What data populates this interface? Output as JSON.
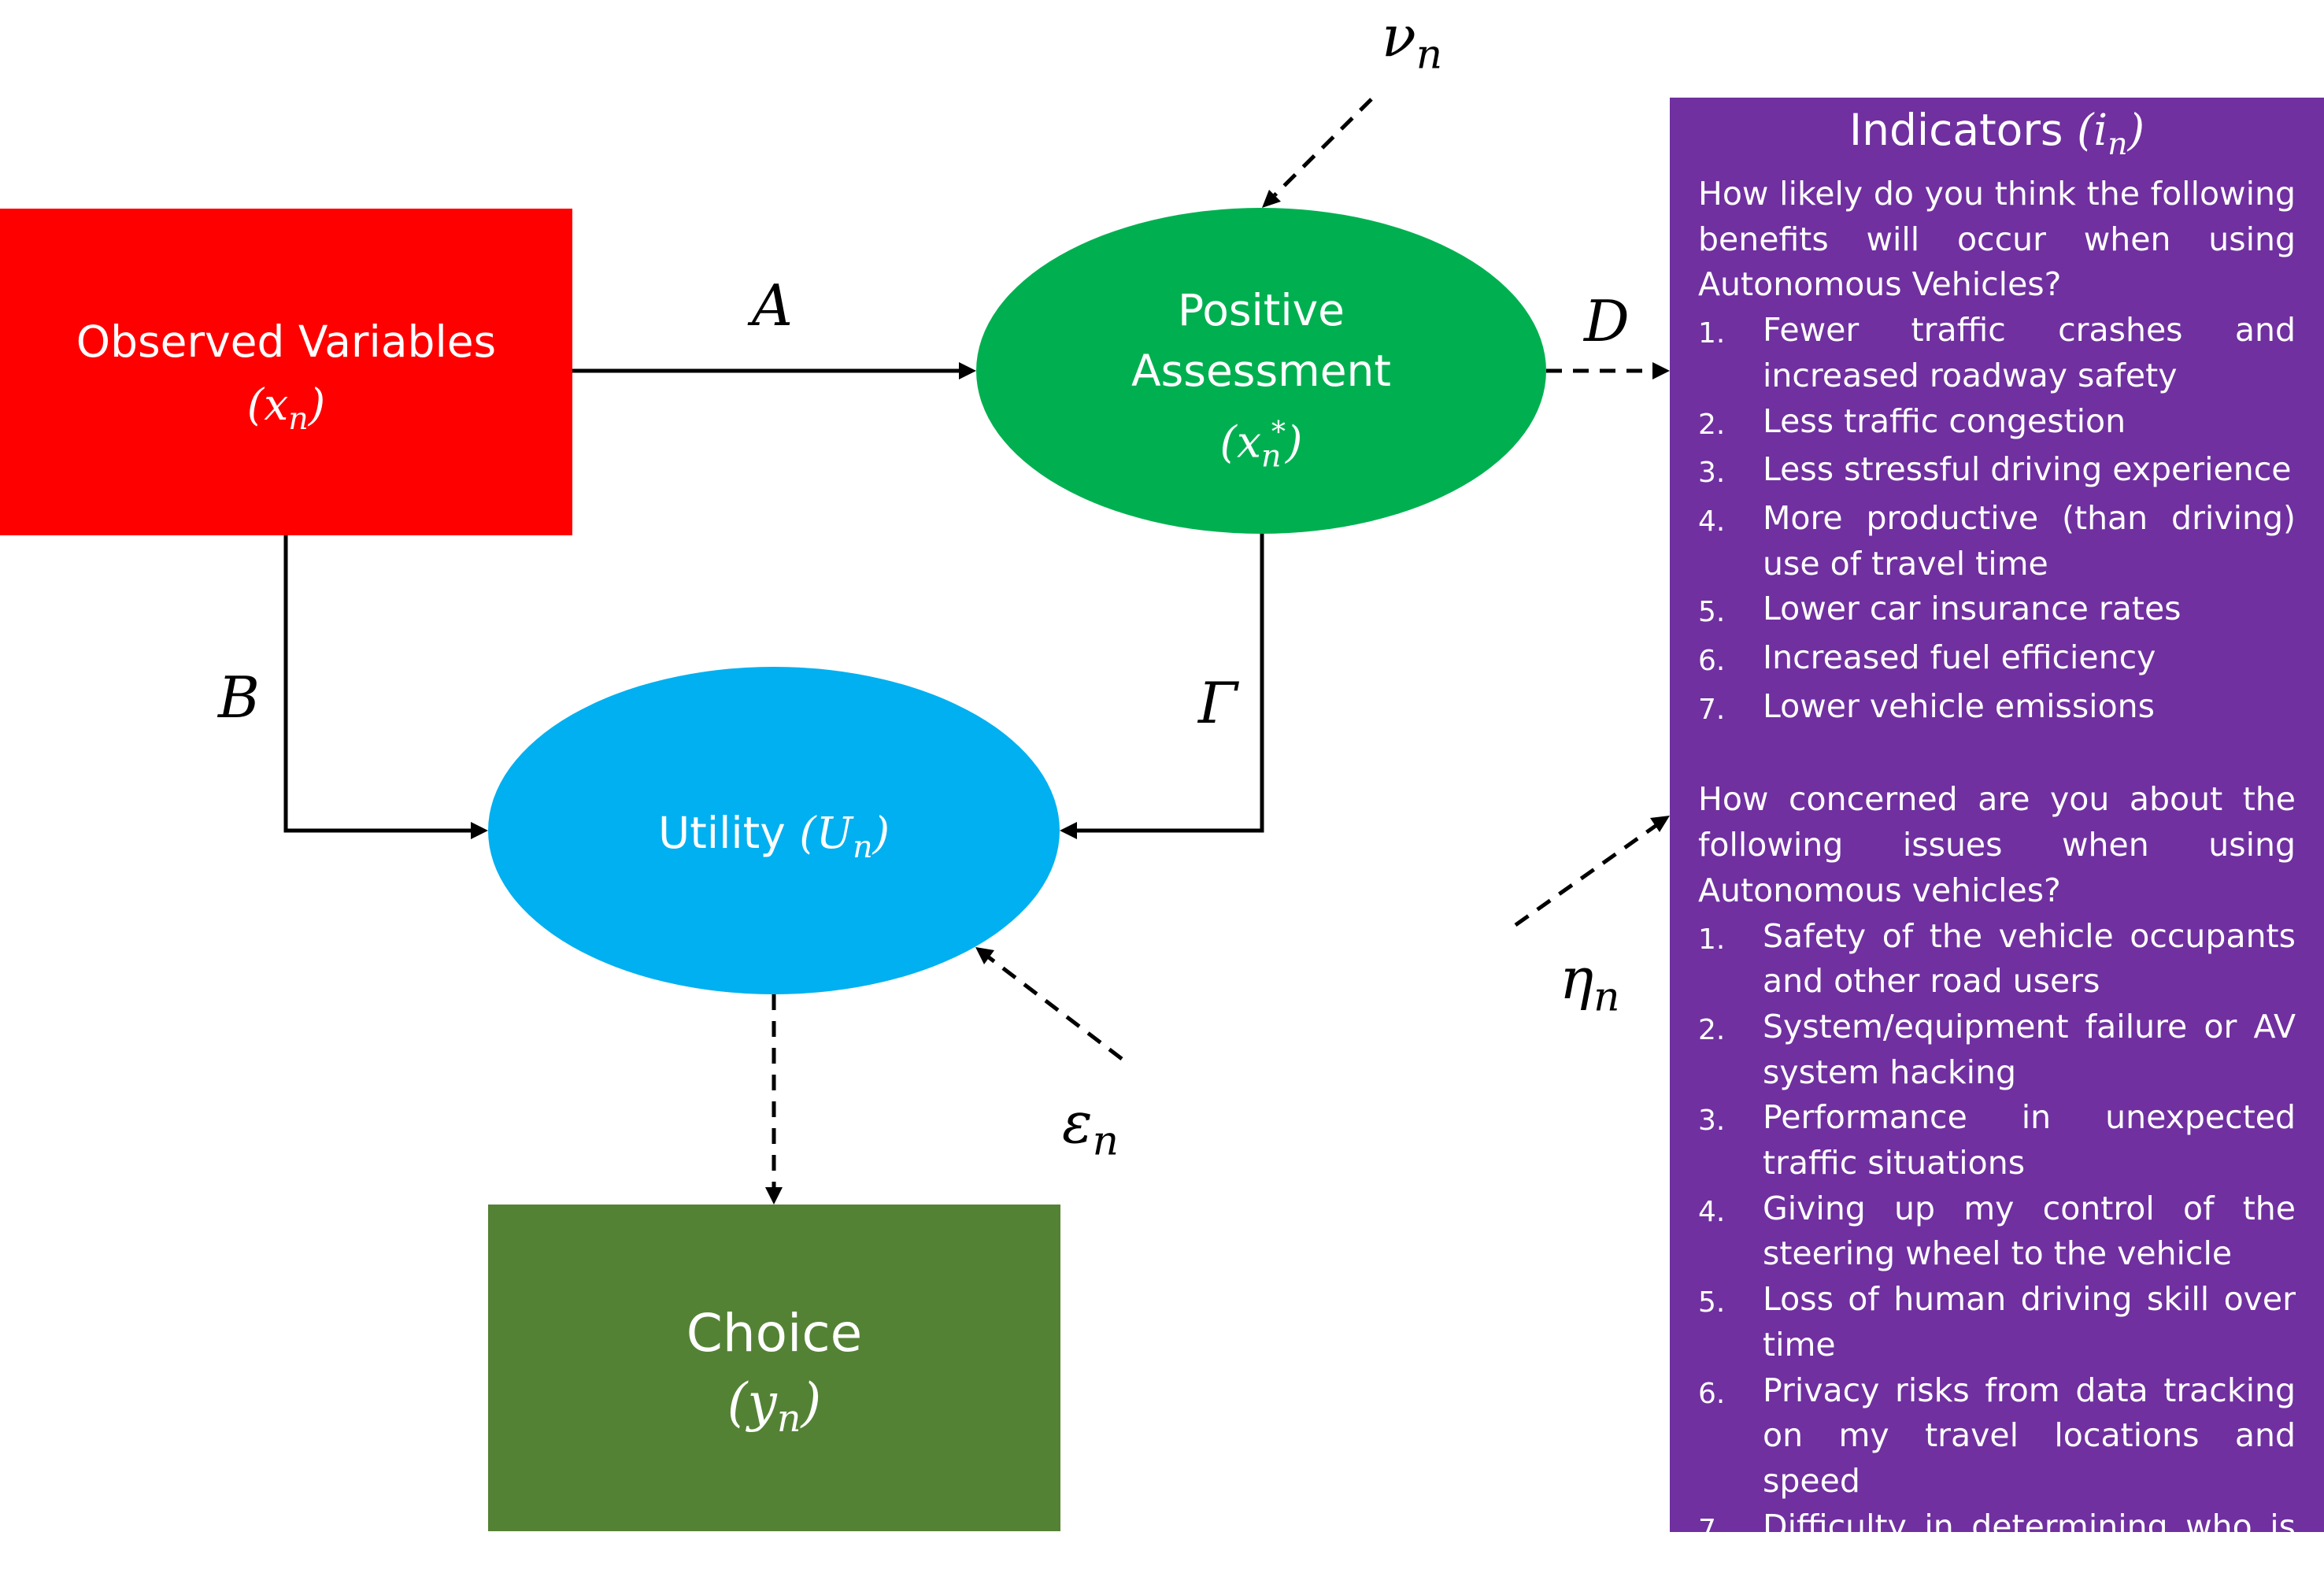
{
  "nodes": {
    "observed": {
      "label": "Observed Variables",
      "symbol": "x",
      "subscript": "n",
      "color": "#ff0000"
    },
    "positive": {
      "line1": "Positive",
      "line2": "Assessment",
      "symbol": "x",
      "subscript": "n",
      "superscript": "*",
      "color": "#00b050"
    },
    "utility": {
      "label": "Utility",
      "symbol": "U",
      "subscript": "n",
      "color": "#00b0f0"
    },
    "choice": {
      "label": "Choice",
      "symbol": "y",
      "subscript": "n",
      "color": "#548235"
    }
  },
  "paths": {
    "A": "A",
    "B": "B",
    "Gamma": "Γ",
    "D": "D"
  },
  "errors": {
    "nu": {
      "symbol": "ν",
      "subscript": "n"
    },
    "epsilon": {
      "symbol": "ε",
      "subscript": "n"
    },
    "eta": {
      "symbol": "η",
      "subscript": "n"
    }
  },
  "indicators": {
    "title": "Indicators",
    "title_symbol": "i",
    "title_subscript": "n",
    "color": "#7030a0",
    "benefits_question": "How likely do you think the following benefits will occur when using Autonomous Vehicles?",
    "benefits": [
      {
        "num": "1.",
        "text": "Fewer traffic crashes and increased roadway safety"
      },
      {
        "num": "2.",
        "text": "Less traffic congestion"
      },
      {
        "num": "3.",
        "text": "Less stressful driving experience"
      },
      {
        "num": "4.",
        "text": "More productive (than driving) use of travel time"
      },
      {
        "num": "5.",
        "text": "Lower car insurance rates"
      },
      {
        "num": "6.",
        "text": "Increased fuel efficiency"
      },
      {
        "num": "7.",
        "text": "Lower vehicle emissions"
      }
    ],
    "concerns_question": "How concerned are you about the following issues when using Autonomous vehicles?",
    "concerns": [
      {
        "num": "1.",
        "text": "Safety of the vehicle occupants and other road users"
      },
      {
        "num": "2.",
        "text": "System/equipment failure or AV system hacking"
      },
      {
        "num": "3.",
        "text": "Performance in unexpected traffic situations"
      },
      {
        "num": "4.",
        "text": "Giving up my control of the steering wheel to the vehicle"
      },
      {
        "num": "5.",
        "text": "Loss of human driving skill over time"
      },
      {
        "num": "6.",
        "text": "Privacy risks from data tracking on my travel locations and speed"
      },
      {
        "num": "7.",
        "text": "Difficulty in determining who is liable in the event of a crash"
      }
    ]
  }
}
